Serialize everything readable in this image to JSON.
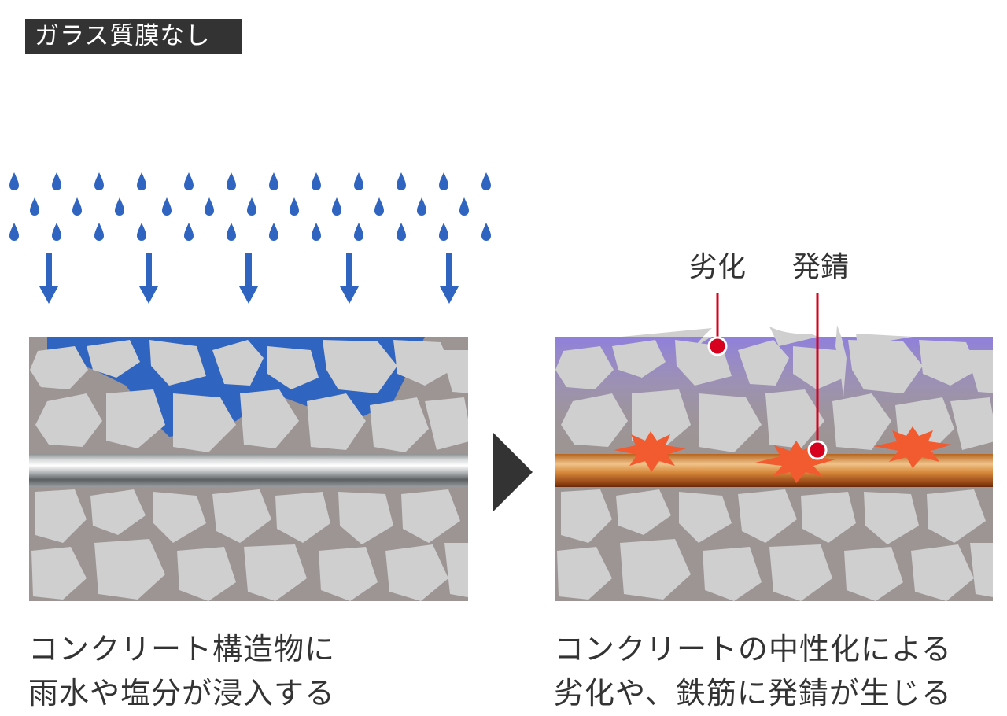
{
  "tag": {
    "label": "ガラス質膜なし"
  },
  "left_caption": {
    "line1": "コンクリート構造物に",
    "line2": "雨水や塩分が浸入する"
  },
  "right_caption": {
    "line1": "コンクリートの中性化による",
    "line2": "劣化や、鉄筋に発錆が生じる"
  },
  "callouts": {
    "degradation": "劣化",
    "rust": "発錆"
  },
  "colors": {
    "concrete_matrix": "#9d9593",
    "aggregate": "#cfcfcf",
    "water": "#2f64c0",
    "rust_burst": "#f25a2f",
    "marker": "#d7001f",
    "degraded_tint": "#8f7ee0"
  }
}
